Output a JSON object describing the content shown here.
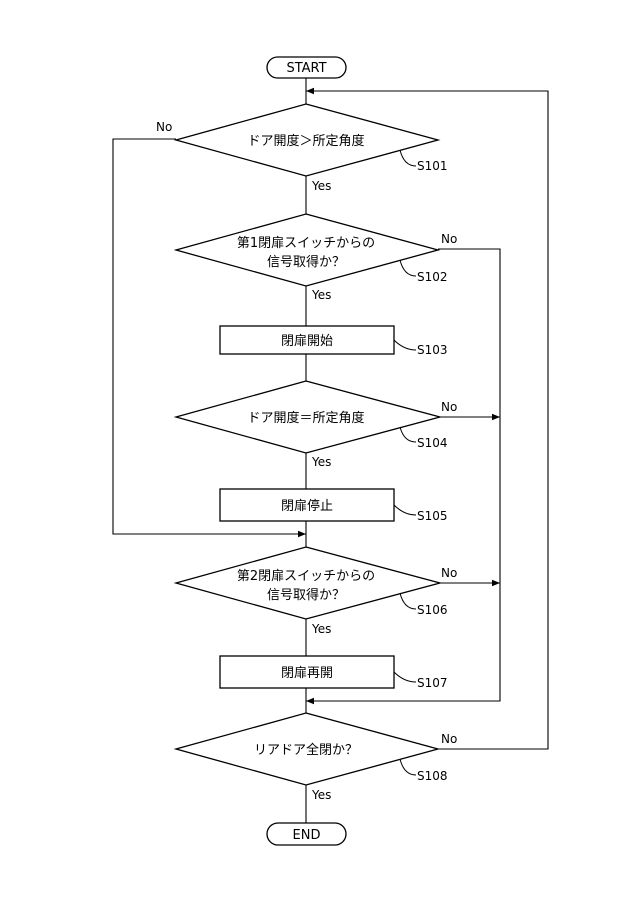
{
  "start": "START",
  "end": "END",
  "s101": {
    "text": "ドア開度＞所定角度",
    "id": "S101",
    "yes": "Yes",
    "no": "No"
  },
  "s102": {
    "line1": "第1閉扉スイッチからの",
    "line2": "信号取得か？",
    "id": "S102",
    "yes": "Yes",
    "no": "No"
  },
  "s103": {
    "text": "閉扉開始",
    "id": "S103"
  },
  "s104": {
    "text": "ドア開度＝所定角度",
    "id": "S104",
    "yes": "Yes",
    "no": "No"
  },
  "s105": {
    "text": "閉扉停止",
    "id": "S105"
  },
  "s106": {
    "line1": "第2閉扉スイッチからの",
    "line2": "信号取得か？",
    "id": "S106",
    "yes": "Yes",
    "no": "No"
  },
  "s107": {
    "text": "閉扉再開",
    "id": "S107"
  },
  "s108": {
    "text": "リアドア全閉か？",
    "id": "S108",
    "yes": "Yes",
    "no": "No"
  }
}
